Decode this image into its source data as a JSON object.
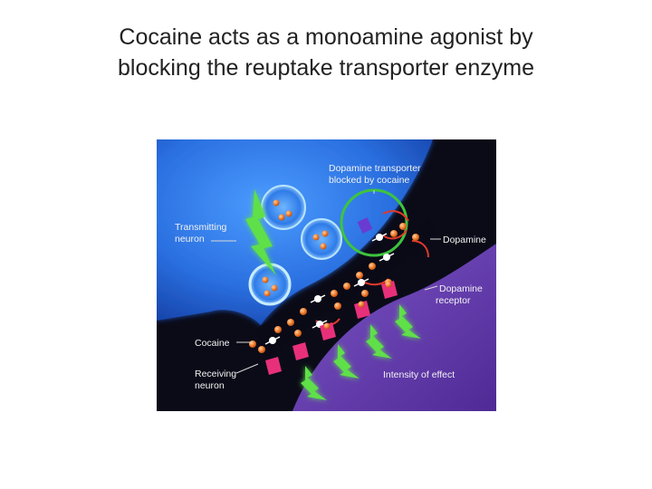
{
  "slide": {
    "title_line1": "Cocaine acts as a monoamine agonist by",
    "title_line2": "blocking the reuptake transporter enzyme"
  },
  "figure": {
    "labels": {
      "transporter_line1": "Dopamine transporter",
      "transporter_line2": "blocked by cocaine",
      "transmitting_line1": "Transmitting",
      "transmitting_line2": "neuron",
      "dopamine": "Dopamine",
      "receptor_line1": "Dopamine",
      "receptor_line2": "receptor",
      "cocaine": "Cocaine",
      "receiving_line1": "Receiving",
      "receiving_line2": "neuron",
      "intensity": "Intensity of effect"
    },
    "colors": {
      "background": "#0b0b18",
      "transmitting_neuron": "#2a6fe0",
      "receiving_neuron": "#6a3fb0",
      "dopamine": "#f07a2a",
      "cocaine": "#ffffff",
      "receptor": "#e8307a",
      "transporter_ring": "#3ec43e",
      "effect_arrow": "#5fe04a"
    },
    "icons": [
      "lightning-arrow-icon",
      "dopamine-molecule-icon",
      "cocaine-molecule-icon",
      "receptor-icon",
      "transporter-icon"
    ]
  }
}
